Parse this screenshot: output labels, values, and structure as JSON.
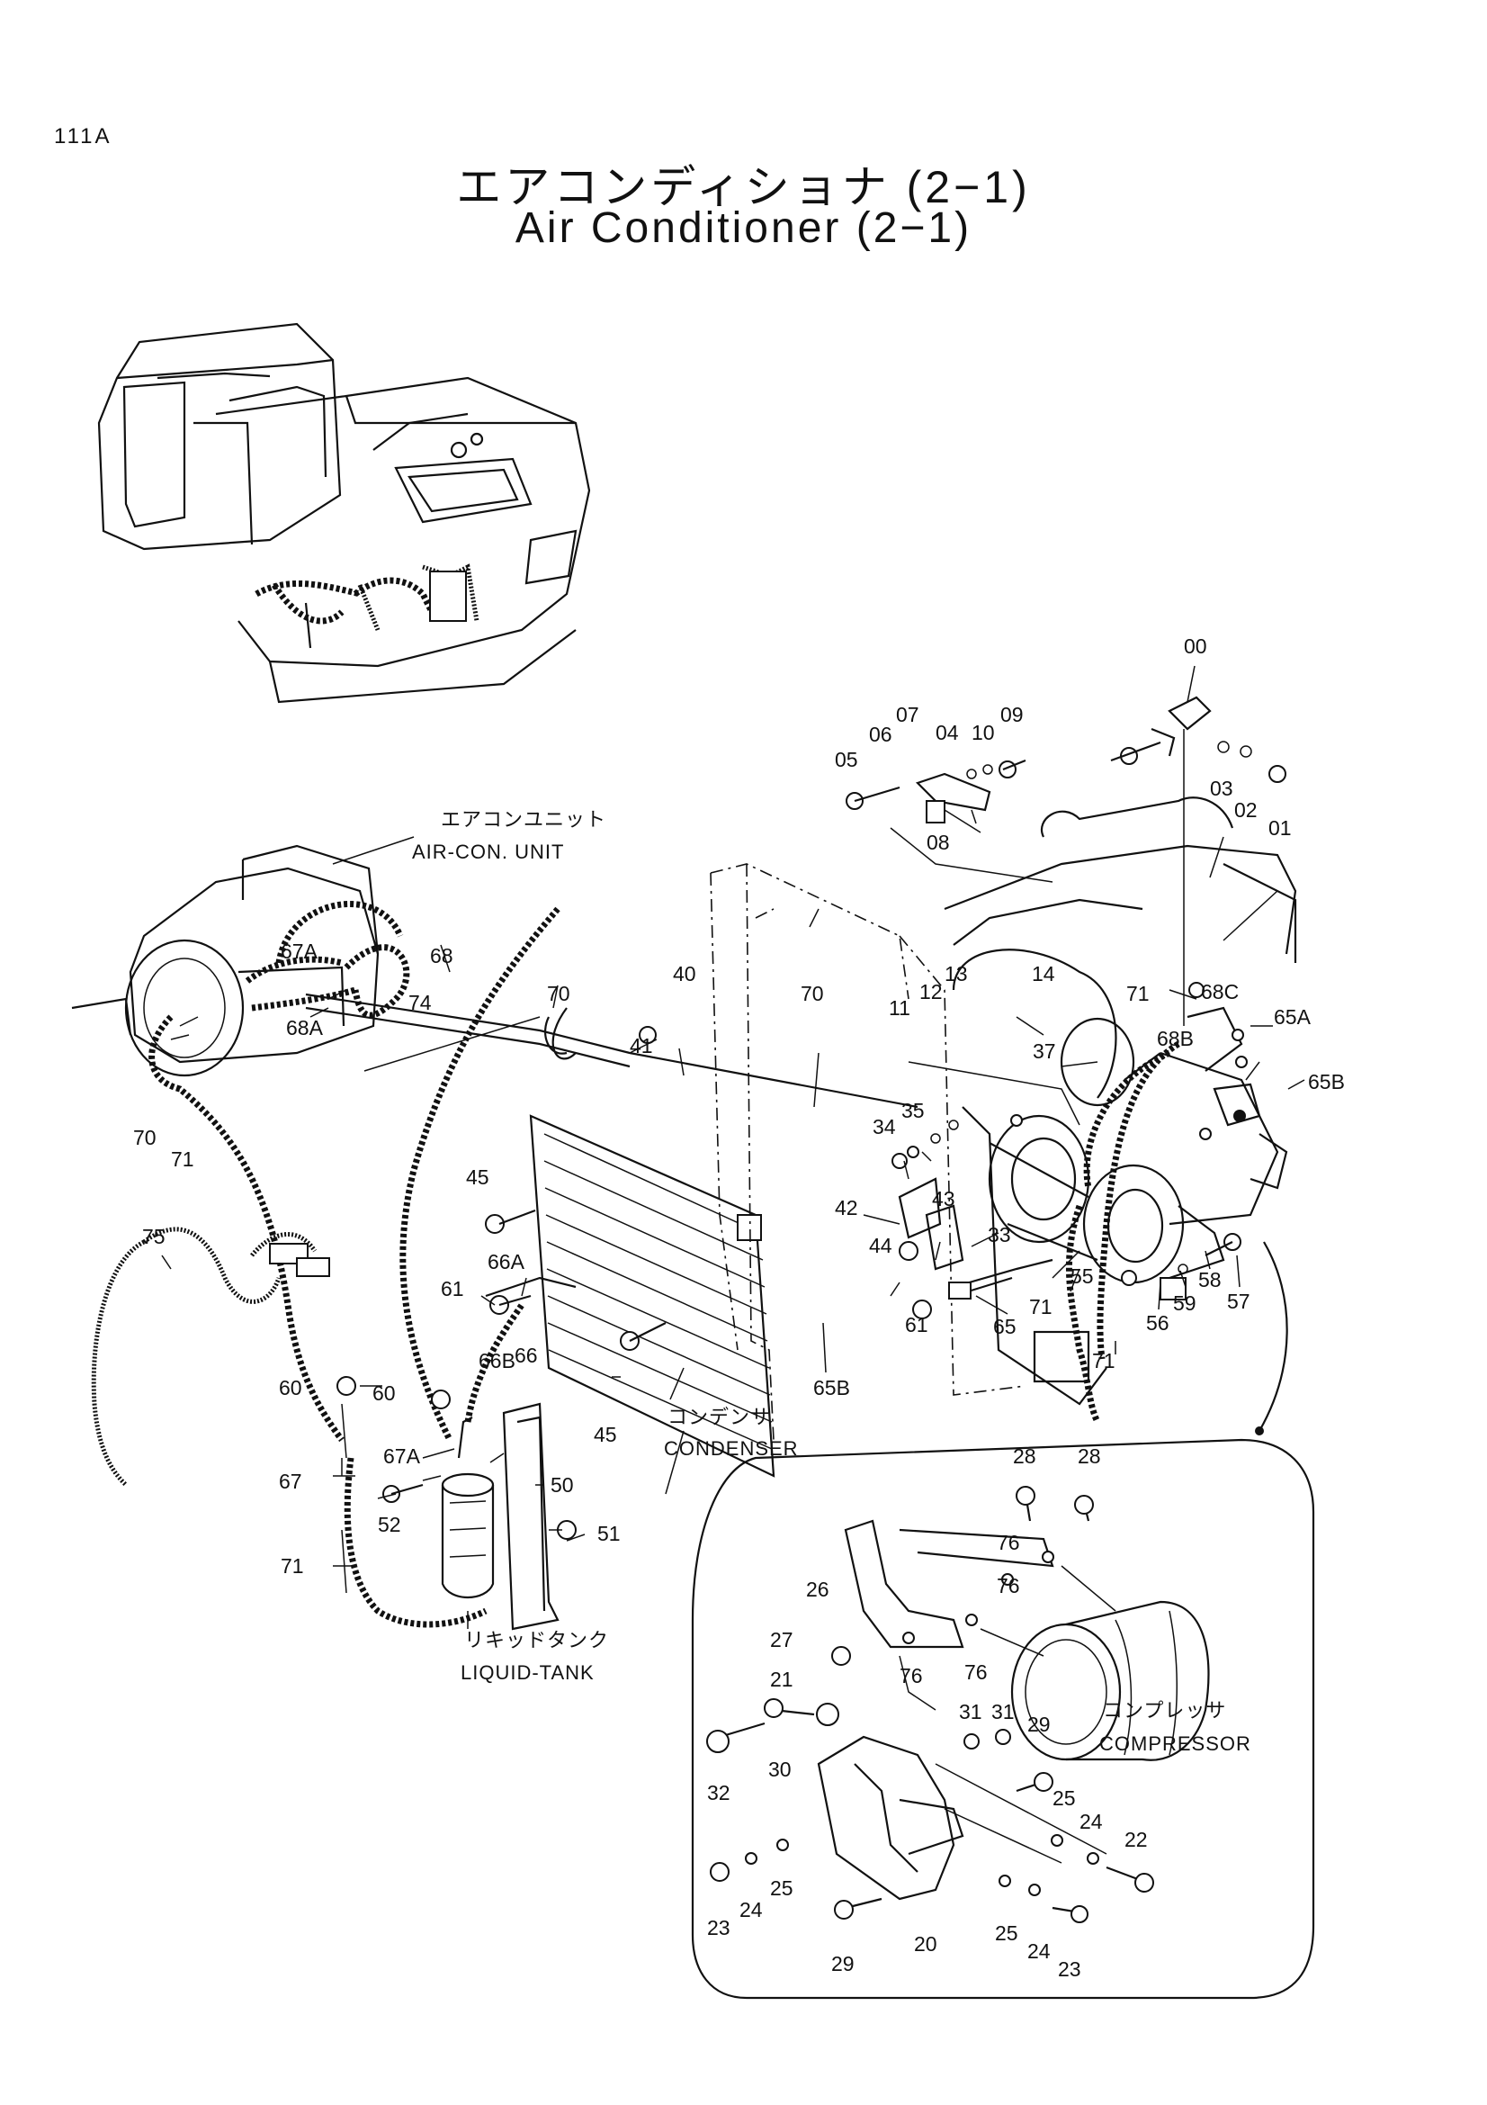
{
  "page_number": "111A",
  "title_jp": "エアコンディショナ (2−1)",
  "title_en": "Air Conditioner (2−1)",
  "captions": {
    "aircon_unit_jp": "エアコンユニット",
    "aircon_unit_en": "AIR-CON. UNIT",
    "condenser_jp": "コンデンサ",
    "condenser_en": "CONDENSER",
    "liquid_tank_jp": "リキッドタンク",
    "liquid_tank_en": "LIQUID-TANK",
    "compressor_jp": "コンプレッサ",
    "compressor_en": "COMPRESSOR"
  },
  "labels": [
    {
      "id": "00",
      "text": "00"
    },
    {
      "id": "01",
      "text": "01"
    },
    {
      "id": "02",
      "text": "02"
    },
    {
      "id": "03",
      "text": "03"
    },
    {
      "id": "04",
      "text": "04"
    },
    {
      "id": "05",
      "text": "05"
    },
    {
      "id": "06",
      "text": "06"
    },
    {
      "id": "07",
      "text": "07"
    },
    {
      "id": "08",
      "text": "08"
    },
    {
      "id": "09",
      "text": "09"
    },
    {
      "id": "10",
      "text": "10"
    },
    {
      "id": "11",
      "text": "11"
    },
    {
      "id": "12",
      "text": "12"
    },
    {
      "id": "13",
      "text": "13"
    },
    {
      "id": "14",
      "text": "14"
    },
    {
      "id": "37",
      "text": "37"
    },
    {
      "id": "71a",
      "text": "71"
    },
    {
      "id": "68C",
      "text": "68C"
    },
    {
      "id": "68B",
      "text": "68B"
    },
    {
      "id": "65A",
      "text": "65A"
    },
    {
      "id": "65Ba",
      "text": "65B"
    },
    {
      "id": "67Aa",
      "text": "67A"
    },
    {
      "id": "68",
      "text": "68"
    },
    {
      "id": "70a",
      "text": "70"
    },
    {
      "id": "68A",
      "text": "68A"
    },
    {
      "id": "41",
      "text": "41"
    },
    {
      "id": "40",
      "text": "40"
    },
    {
      "id": "70b",
      "text": "70"
    },
    {
      "id": "70c",
      "text": "70"
    },
    {
      "id": "71b",
      "text": "71"
    },
    {
      "id": "74",
      "text": "74"
    },
    {
      "id": "34",
      "text": "34"
    },
    {
      "id": "35",
      "text": "35"
    },
    {
      "id": "45a",
      "text": "45"
    },
    {
      "id": "42",
      "text": "42"
    },
    {
      "id": "43",
      "text": "43"
    },
    {
      "id": "33",
      "text": "33"
    },
    {
      "id": "44",
      "text": "44"
    },
    {
      "id": "55",
      "text": "55"
    },
    {
      "id": "71c",
      "text": "71"
    },
    {
      "id": "57",
      "text": "57"
    },
    {
      "id": "58",
      "text": "58"
    },
    {
      "id": "59",
      "text": "59"
    },
    {
      "id": "56",
      "text": "56"
    },
    {
      "id": "75",
      "text": "75"
    },
    {
      "id": "66A",
      "text": "66A"
    },
    {
      "id": "61a",
      "text": "61"
    },
    {
      "id": "61b",
      "text": "61"
    },
    {
      "id": "65",
      "text": "65"
    },
    {
      "id": "71d",
      "text": "71"
    },
    {
      "id": "66",
      "text": "66"
    },
    {
      "id": "65Bb",
      "text": "65B"
    },
    {
      "id": "60a",
      "text": "60"
    },
    {
      "id": "60b",
      "text": "60"
    },
    {
      "id": "66B",
      "text": "66B"
    },
    {
      "id": "45b",
      "text": "45"
    },
    {
      "id": "67Ab",
      "text": "67A"
    },
    {
      "id": "67",
      "text": "67"
    },
    {
      "id": "50",
      "text": "50"
    },
    {
      "id": "52",
      "text": "52"
    },
    {
      "id": "51",
      "text": "51"
    },
    {
      "id": "71e",
      "text": "71"
    },
    {
      "id": "28a",
      "text": "28"
    },
    {
      "id": "28b",
      "text": "28"
    },
    {
      "id": "76a",
      "text": "76"
    },
    {
      "id": "76b",
      "text": "76"
    },
    {
      "id": "26",
      "text": "26"
    },
    {
      "id": "76c",
      "text": "76"
    },
    {
      "id": "27",
      "text": "27"
    },
    {
      "id": "76d",
      "text": "76"
    },
    {
      "id": "21",
      "text": "21"
    },
    {
      "id": "31a",
      "text": "31"
    },
    {
      "id": "31b",
      "text": "31"
    },
    {
      "id": "29a",
      "text": "29"
    },
    {
      "id": "30",
      "text": "30"
    },
    {
      "id": "32",
      "text": "32"
    },
    {
      "id": "25a",
      "text": "25"
    },
    {
      "id": "24a",
      "text": "24"
    },
    {
      "id": "22",
      "text": "22"
    },
    {
      "id": "23a",
      "text": "23"
    },
    {
      "id": "24b",
      "text": "24"
    },
    {
      "id": "25b",
      "text": "25"
    },
    {
      "id": "29b",
      "text": "29"
    },
    {
      "id": "20",
      "text": "20"
    },
    {
      "id": "25c",
      "text": "25"
    },
    {
      "id": "24c",
      "text": "24"
    },
    {
      "id": "23b",
      "text": "23"
    }
  ]
}
